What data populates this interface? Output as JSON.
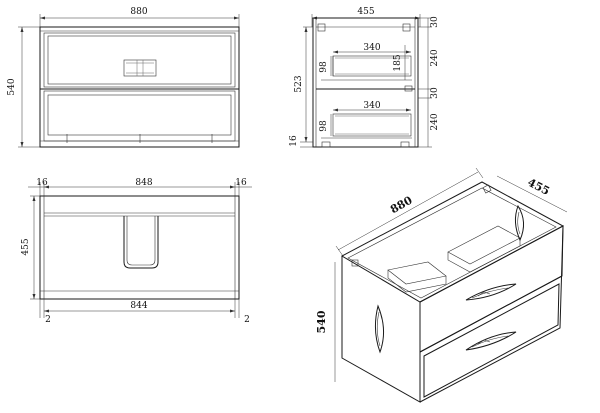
{
  "front_view": {
    "width_label": "880",
    "height_label": "540"
  },
  "side_view": {
    "depth_label": "455",
    "top_offset_label": "30",
    "drawer1_width_label": "340",
    "drawer1_height_label": "240",
    "drawer1_inner_label": "185",
    "drawer1_box_label": "98",
    "mid_gap_label": "30",
    "total_height_label": "523",
    "drawer2_width_label": "340",
    "drawer2_height_label": "240",
    "drawer2_box_label": "98",
    "bottom_label": "16"
  },
  "top_view": {
    "left_panel_label": "16",
    "inner_width_label": "848",
    "right_panel_label": "16",
    "depth_label": "455",
    "bottom_width_label": "844",
    "left_gap_label": "2",
    "right_gap_label": "2"
  },
  "iso_view": {
    "width_label": "880",
    "depth_label": "455",
    "height_label": "540"
  }
}
